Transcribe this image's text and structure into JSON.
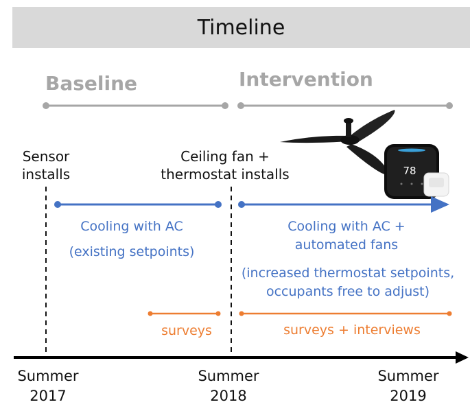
{
  "title": "Timeline",
  "phases": {
    "baseline": "Baseline",
    "intervention": "Intervention"
  },
  "events": {
    "sensor_installs": [
      "Sensor",
      "installs"
    ],
    "fan_thermostat_installs": [
      "Ceiling fan +",
      "thermostat installs"
    ]
  },
  "cooling": {
    "baseline": [
      "Cooling with AC",
      "(existing setpoints)"
    ],
    "intervention": [
      "Cooling with AC +",
      "automated fans"
    ],
    "intervention_note": [
      "(increased thermostat setpoints,",
      "occupants free to adjust)"
    ]
  },
  "surveys": {
    "baseline": "surveys",
    "intervention": "surveys + interviews"
  },
  "axis_labels": [
    [
      "Summer",
      "2017"
    ],
    [
      "Summer",
      "2018"
    ],
    [
      "Summer",
      "2019"
    ]
  ],
  "thermostat_display": "78",
  "icons": [
    "ceiling-fan-icon",
    "thermostat-icon",
    "sensor-icon"
  ],
  "colors": {
    "phase_gray": "#a6a6a6",
    "cooling_blue": "#4472c4",
    "survey_orange": "#ed7d31",
    "title_bg": "#d9d9d9"
  }
}
